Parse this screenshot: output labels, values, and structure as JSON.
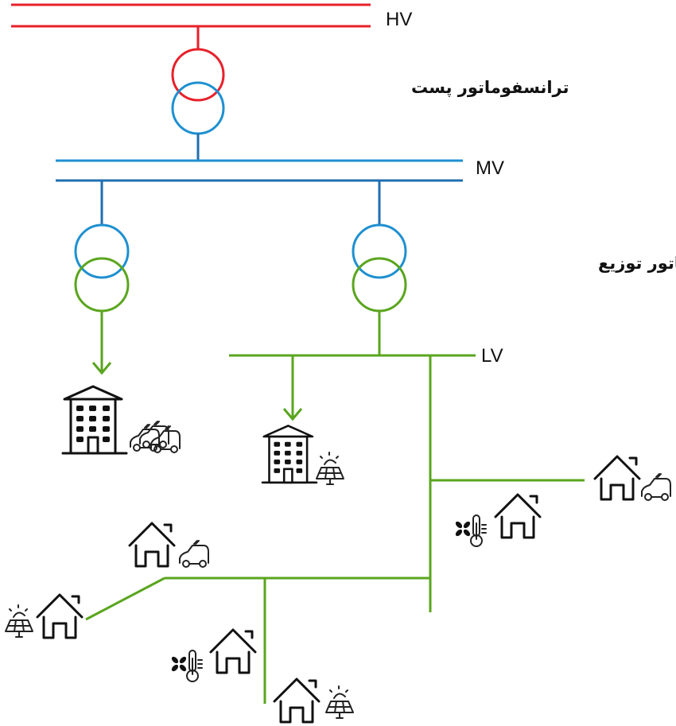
{
  "diagram": {
    "title": "Power distribution network from HV to LV",
    "labels": {
      "hv": "HV",
      "mv": "MV",
      "lv": "LV",
      "substation_transformer": "ترانسفوماتور پست",
      "distribution_transformer": "ترانسفورماتور توزیع"
    },
    "colors": {
      "hv": "#e8202a",
      "mv": "#1f6fb0",
      "lv": "#5aa51e",
      "icons": "#111111"
    },
    "nodes": [
      {
        "id": "hv-bus",
        "type": "busbar",
        "level": "HV"
      },
      {
        "id": "substation-transformer",
        "type": "transformer",
        "from": "HV",
        "to": "MV"
      },
      {
        "id": "mv-bus",
        "type": "busbar",
        "level": "MV"
      },
      {
        "id": "distribution-transformer-1",
        "type": "transformer",
        "from": "MV",
        "to": "LV"
      },
      {
        "id": "distribution-transformer-2",
        "type": "transformer",
        "from": "MV",
        "to": "LV"
      },
      {
        "id": "lv-bus",
        "type": "busbar",
        "level": "LV"
      }
    ],
    "loads": [
      {
        "id": "apartment-1",
        "icon": "apartment-building-icon",
        "extras": [
          "ev-fleet-icon"
        ],
        "feeder": "distribution-transformer-1"
      },
      {
        "id": "apartment-2",
        "icon": "apartment-building-icon",
        "extras": [
          "solar-panel-icon"
        ],
        "feeder": "lv-bus"
      },
      {
        "id": "house-1",
        "icon": "house-icon",
        "extras": [
          "electric-car-icon"
        ],
        "feeder": "lv-bus"
      },
      {
        "id": "house-2",
        "icon": "house-icon",
        "extras": [
          "hvac-icon"
        ],
        "feeder": "lv-bus"
      },
      {
        "id": "house-3",
        "icon": "house-icon",
        "extras": [
          "electric-car-icon"
        ],
        "feeder": "lv-bus"
      },
      {
        "id": "house-4",
        "icon": "house-icon",
        "extras": [
          "solar-panel-icon"
        ],
        "feeder": "lv-bus"
      },
      {
        "id": "house-5",
        "icon": "house-icon",
        "extras": [
          "hvac-icon"
        ],
        "feeder": "lv-bus"
      },
      {
        "id": "house-6",
        "icon": "house-icon",
        "extras": [
          "solar-panel-icon"
        ],
        "feeder": "lv-bus"
      }
    ]
  }
}
